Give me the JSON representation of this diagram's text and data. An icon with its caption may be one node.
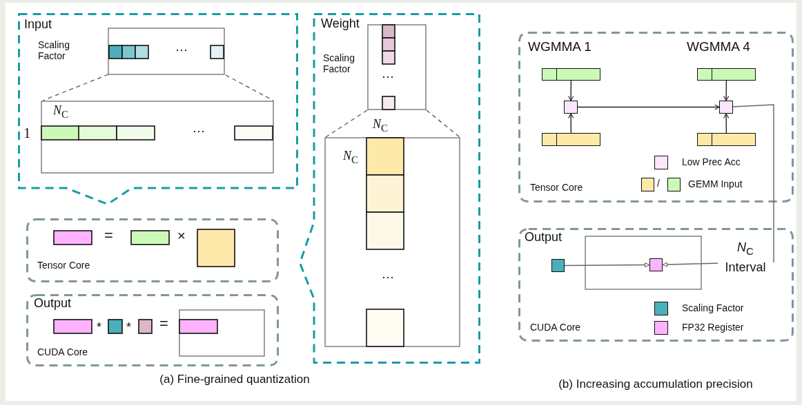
{
  "diagram": {
    "nodes": [
      {
        "text": [
          "Input"
        ]
      },
      {
        "text": [
          "Weight"
        ]
      },
      {
        "text": [
          "Tensor Core"
        ]
      },
      {
        "text": [
          "Output",
          "CUDA Core"
        ]
      },
      {
        "text": [
          "Tensor Core"
        ]
      },
      {
        "text": [],
        "shape": "box",
        "in": 4
      },
      {
        "text": [],
        "shape": "box",
        "in": 4
      },
      {
        "text": [],
        "shape": "box",
        "in": 4
      },
      {
        "text": [],
        "shape": "box",
        "in": 4
      },
      {
        "text": [],
        "shape": "box",
        "in": 4
      },
      {
        "text": [],
        "shape": "box",
        "in": 4
      },
      {
        "text": [
          "Output",
          "CUDA Core"
        ]
      },
      {
        "text": [],
        "shape": "box",
        "in": 11
      },
      {
        "text": [],
        "shape": "box",
        "in": 11
      }
    ],
    "edges": [
      {
        "from": 5,
        "to": 6,
        "arrow": "to"
      },
      {
        "from": 7,
        "to": 6,
        "arrow": "to"
      },
      {
        "from": 6,
        "to": 9,
        "arrow": "to"
      },
      {
        "from": 8,
        "to": 9,
        "arrow": "to"
      },
      {
        "from": 10,
        "to": 9,
        "arrow": "to"
      },
      {
        "from": 9,
        "to": 13,
        "arrow": "to",
        "label": "*N*$_{C}$ Interval",
        "color": "#666666"
      },
      {
        "from": 12,
        "to": 13,
        "arrow": "to",
        "color": "#666666"
      }
    ],
    "labels": [
      "Scaling Factor",
      "⋯",
      "*N*$_{C}$",
      "1",
      "⋯",
      "Scaling Factor",
      "⋯",
      "*N*$_{C}$",
      "*N*$_{C}$",
      "⋯",
      "=",
      "×",
      "*",
      "*",
      "=",
      "WGMMA 1",
      "WGMMA 4",
      "/",
      "(a) Fine-grained quantization",
      "(b) Increasing accumulation precision"
    ],
    "legend": [
      {
        "text": "Low Prec Acc",
        "color": "#fde6fb"
      },
      {
        "text": "GEMM Input",
        "color": "#fde9a8"
      },
      {
        "text": "Scaling Factor",
        "color": "#4bb0bb"
      },
      {
        "text": "FP32 Register",
        "color": "#ffb3ff"
      }
    ]
  }
}
